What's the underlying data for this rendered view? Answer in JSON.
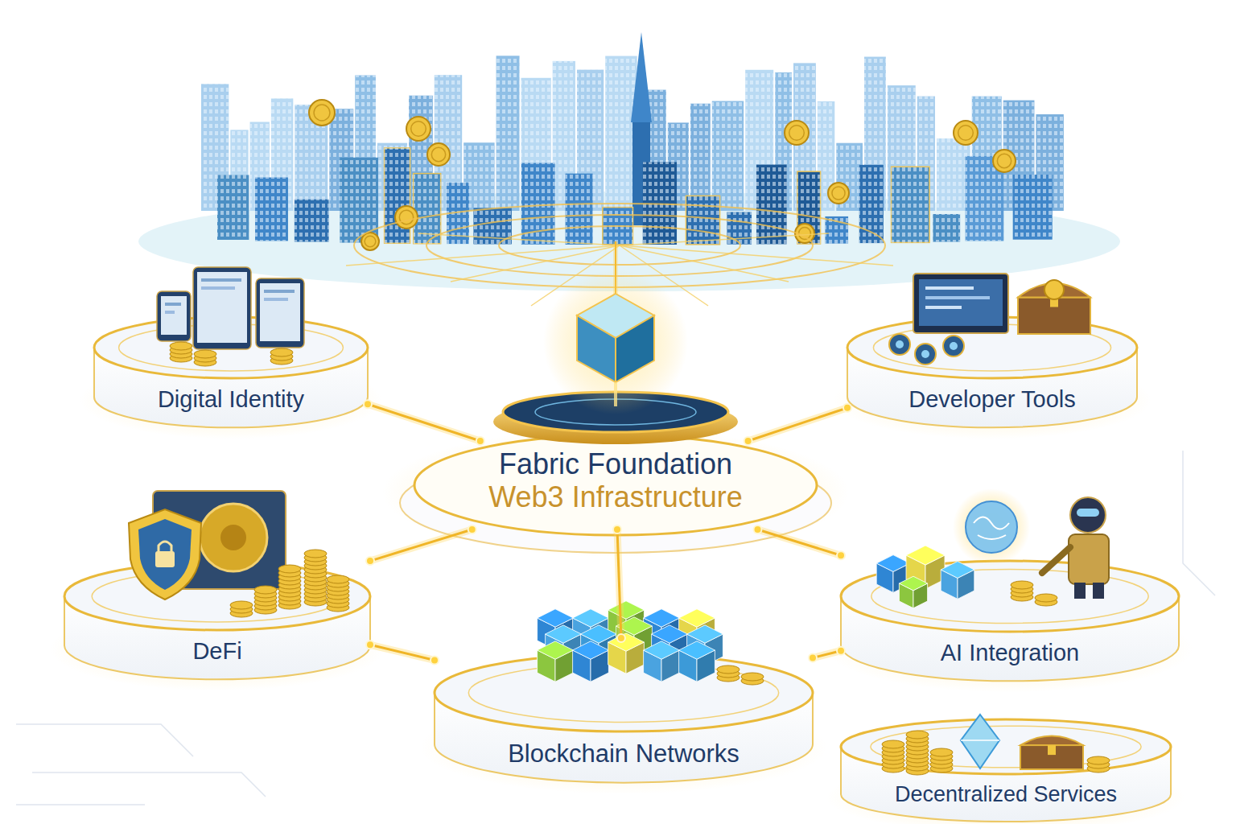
{
  "diagram": {
    "nodes": [
      {
        "text": [
          "Digital Identity"
        ]
      },
      {
        "text": [
          "Developer Tools"
        ]
      },
      {
        "text": [
          "Fabric Foundation",
          "Web3 Infrastructure"
        ]
      },
      {
        "text": [
          "DeFi"
        ]
      },
      {
        "text": [
          "AI Integration"
        ]
      },
      {
        "text": [
          "Blockchain Networks"
        ]
      },
      {
        "text": [
          "Decentralized Services"
        ]
      }
    ],
    "edges": [
      {
        "from": 2,
        "to": 0,
        "arrow": "none"
      },
      {
        "from": 2,
        "to": 1,
        "arrow": "none"
      },
      {
        "from": 2,
        "to": 3,
        "arrow": "none"
      },
      {
        "from": 2,
        "to": 4,
        "arrow": "none"
      },
      {
        "from": 2,
        "to": 5,
        "arrow": "none"
      },
      {
        "from": 3,
        "to": 5,
        "arrow": "none"
      },
      {
        "from": 5,
        "to": 4,
        "arrow": "none"
      }
    ]
  }
}
